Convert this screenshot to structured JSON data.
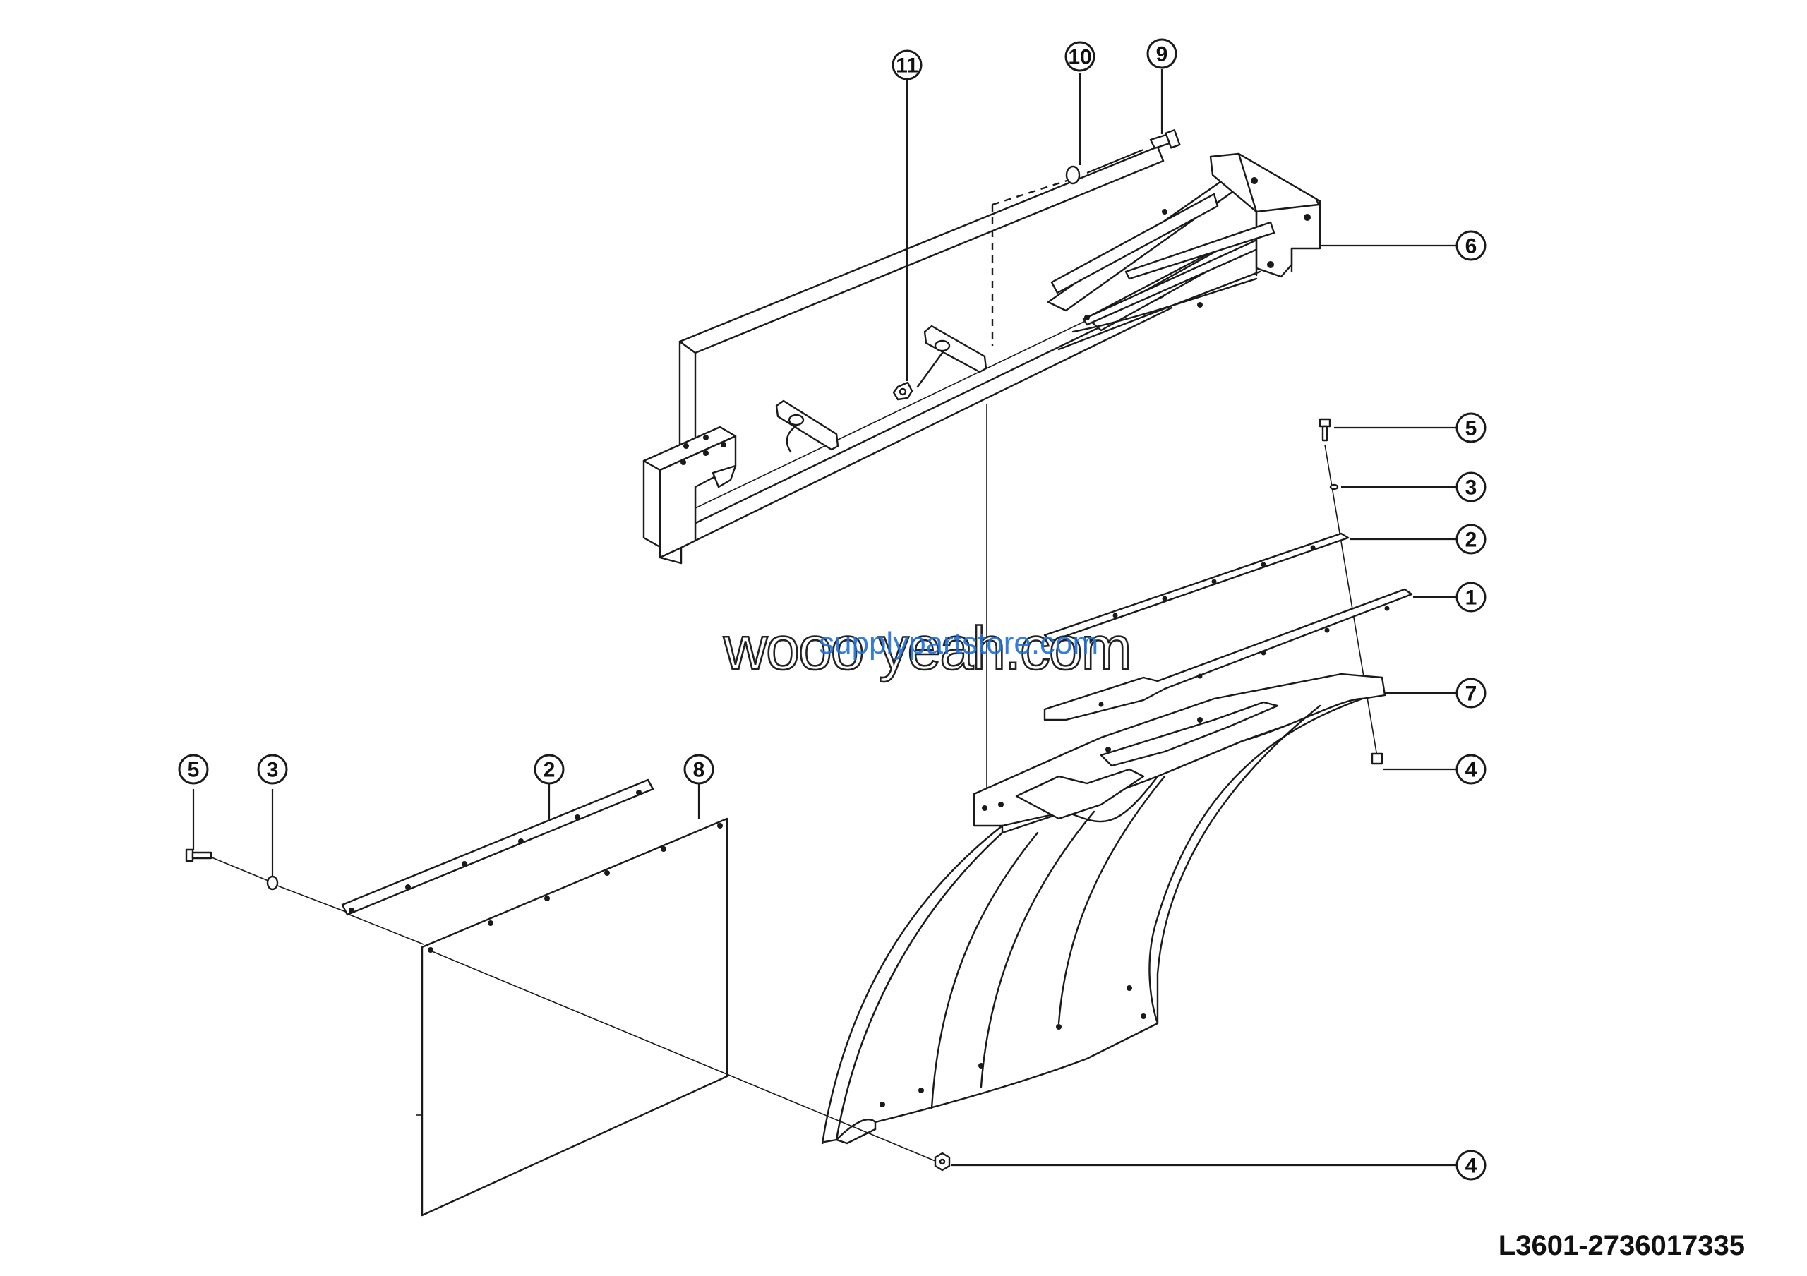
{
  "callouts": [
    {
      "id": "c11",
      "label": "11"
    },
    {
      "id": "c10",
      "label": "10"
    },
    {
      "id": "c9",
      "label": "9"
    },
    {
      "id": "c6",
      "label": "6"
    },
    {
      "id": "c5r",
      "label": "5"
    },
    {
      "id": "c3r",
      "label": "3"
    },
    {
      "id": "c2r",
      "label": "2"
    },
    {
      "id": "c1",
      "label": "1"
    },
    {
      "id": "c7",
      "label": "7"
    },
    {
      "id": "c4r",
      "label": "4"
    },
    {
      "id": "c5l",
      "label": "5"
    },
    {
      "id": "c3l",
      "label": "3"
    },
    {
      "id": "c2l",
      "label": "2"
    },
    {
      "id": "c8",
      "label": "8"
    },
    {
      "id": "c4b",
      "label": "4"
    }
  ],
  "watermark": {
    "main": "wooo yeah.com",
    "secondary": "supplypartstore.com"
  },
  "reference_code": "L3601-2736017335"
}
